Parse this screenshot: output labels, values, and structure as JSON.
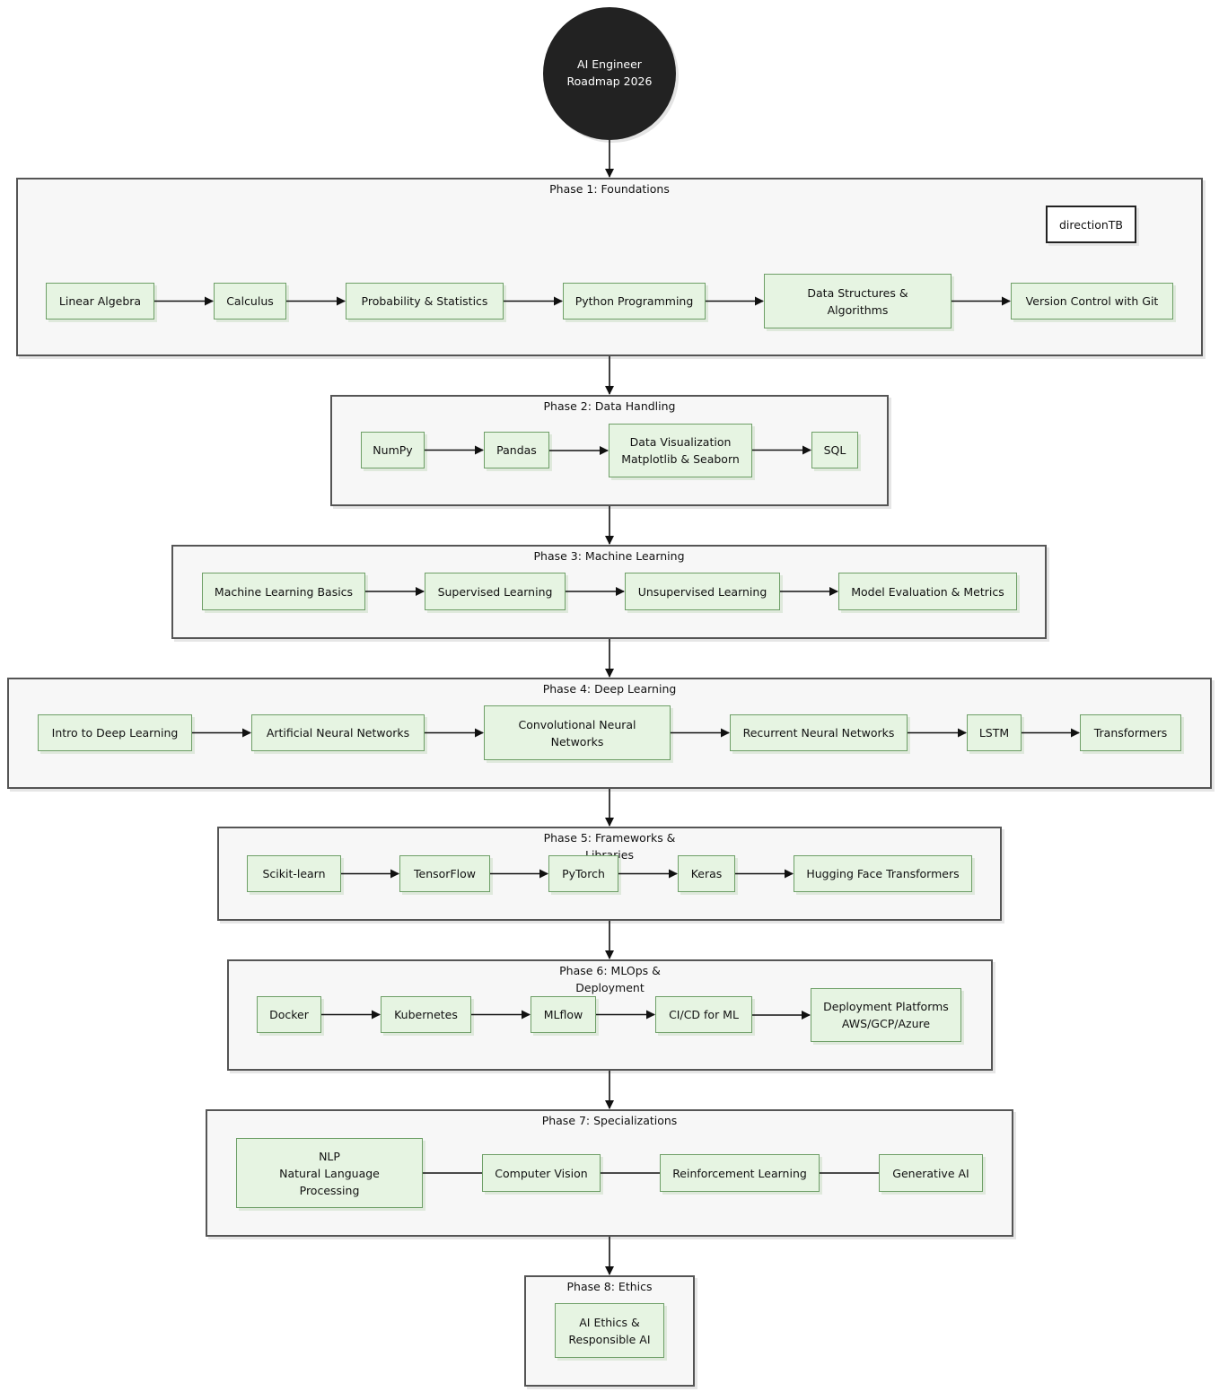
{
  "start": {
    "label": "AI Engineer\nRoadmap 2026"
  },
  "phases": [
    {
      "title": "Phase 1: Foundations",
      "extra": "directionTB",
      "nodes": [
        "Linear Algebra",
        "Calculus",
        "Probability & Statistics",
        "Python Programming",
        "Data Structures &\nAlgorithms",
        "Version Control with Git"
      ],
      "connector": "arrow"
    },
    {
      "title": "Phase 2: Data Handling",
      "nodes": [
        "NumPy",
        "Pandas",
        "Data Visualization\nMatplotlib & Seaborn",
        "SQL"
      ],
      "connector": "arrow"
    },
    {
      "title": "Phase 3: Machine Learning",
      "nodes": [
        "Machine Learning Basics",
        "Supervised Learning",
        "Unsupervised Learning",
        "Model Evaluation & Metrics"
      ],
      "connector": "arrow"
    },
    {
      "title": "Phase 4: Deep Learning",
      "nodes": [
        "Intro to Deep Learning",
        "Artificial Neural Networks",
        "Convolutional Neural\nNetworks",
        "Recurrent Neural Networks",
        "LSTM",
        "Transformers"
      ],
      "connector": "arrow"
    },
    {
      "title": "Phase 5: Frameworks &\nLibraries",
      "nodes": [
        "Scikit-learn",
        "TensorFlow",
        "PyTorch",
        "Keras",
        "Hugging Face Transformers"
      ],
      "connector": "arrow"
    },
    {
      "title": "Phase 6: MLOps &\nDeployment",
      "nodes": [
        "Docker",
        "Kubernetes",
        "MLflow",
        "CI/CD for ML",
        "Deployment Platforms\nAWS/GCP/Azure"
      ],
      "connector": "arrow"
    },
    {
      "title": "Phase 7: Specializations",
      "nodes": [
        "NLP\nNatural Language\nProcessing",
        "Computer Vision",
        "Reinforcement Learning",
        "Generative AI"
      ],
      "connector": "line"
    },
    {
      "title": "Phase 8: Ethics",
      "nodes": [
        "AI Ethics &\nResponsible AI"
      ],
      "connector": "arrow"
    }
  ]
}
